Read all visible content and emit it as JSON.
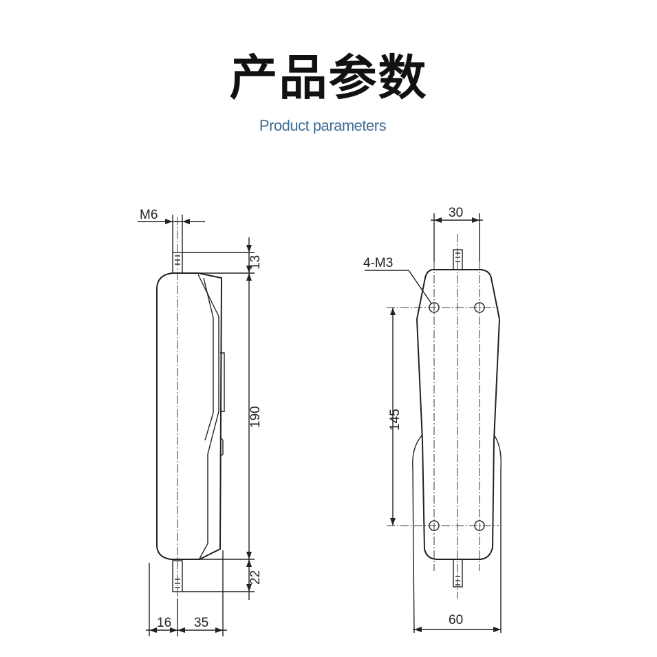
{
  "header": {
    "title": "产品参数",
    "subtitle": "Product parameters"
  },
  "side_view": {
    "thread_label": "M6",
    "dim_top": "13",
    "dim_length": "190",
    "dim_bottom": "22",
    "dim_left": "16",
    "dim_depth": "35"
  },
  "front_view": {
    "dim_hole_spacing_x": "30",
    "hole_label": "4-M3",
    "dim_hole_spacing_y": "145",
    "dim_width": "60"
  },
  "colors": {
    "title": "#111111",
    "subtitle": "#3f6d95",
    "line": "#222222"
  }
}
